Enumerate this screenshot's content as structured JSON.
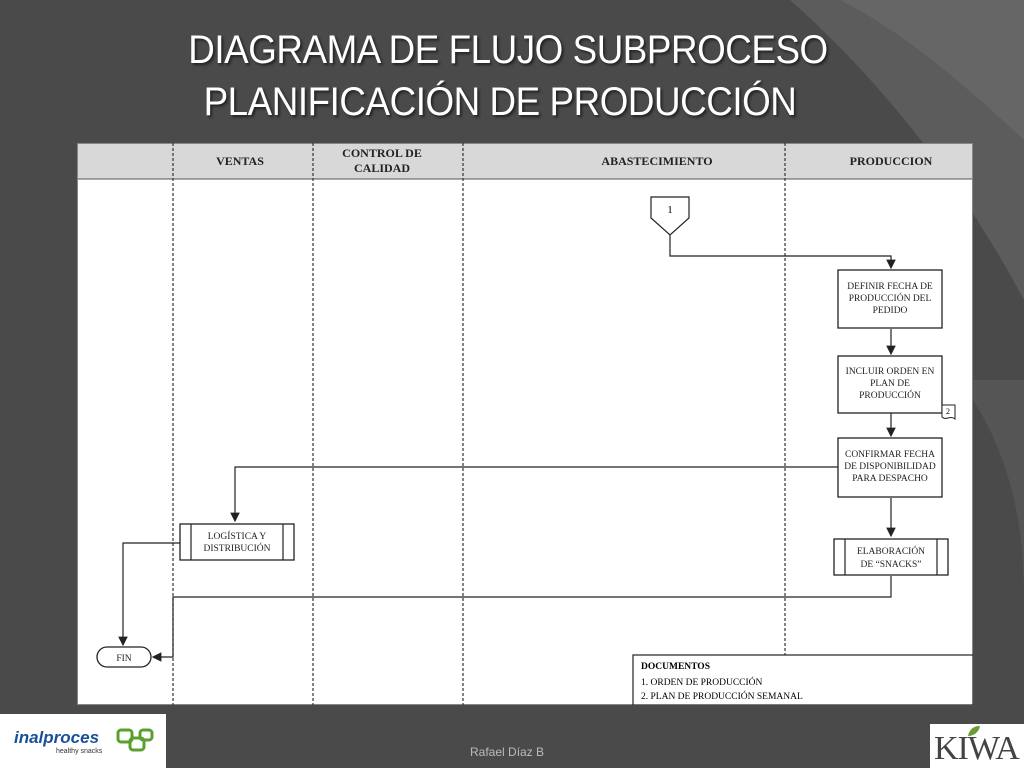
{
  "slide": {
    "title_line1": "DIAGRAMA  DE FLUJO SUBPROCESO",
    "title_line2": "PLANIFICACIÓN DE PRODUCCIÓN",
    "footer_author": "Rafael Díaz B"
  },
  "lanes": {
    "ventas": "VENTAS",
    "control_l1": "CONTROL DE",
    "control_l2": "CALIDAD",
    "abastecimiento": "ABASTECIMIENTO",
    "produccion": "PRODUCCION"
  },
  "connector": {
    "label": "1"
  },
  "boxes": {
    "definir": [
      "DEFINIR FECHA DE",
      "PRODUCCIÓN DEL",
      "PEDIDO"
    ],
    "incluir": [
      "INCLUIR ORDEN EN",
      "PLAN DE",
      "PRODUCCIÓN"
    ],
    "doc_ref": "2",
    "confirmar": [
      "CONFIRMAR FECHA",
      "DE DISPONIBILIDAD",
      "PARA DESPACHO"
    ],
    "elaboracion": [
      "ELABORACIÓN",
      "DE “SNACKS”"
    ],
    "logistica": [
      "LOGÍSTICA Y",
      "DISTRIBUCIÓN"
    ],
    "fin": "FIN"
  },
  "documents": {
    "header": "DOCUMENTOS",
    "item1": "1. ORDEN DE PRODUCCIÓN",
    "item2": "2. PLAN DE PRODUCCIÓN SEMANAL"
  },
  "logos": {
    "left_brand": "inalproces",
    "left_tagline": "healthy snacks",
    "right_brand": "KIWA"
  }
}
